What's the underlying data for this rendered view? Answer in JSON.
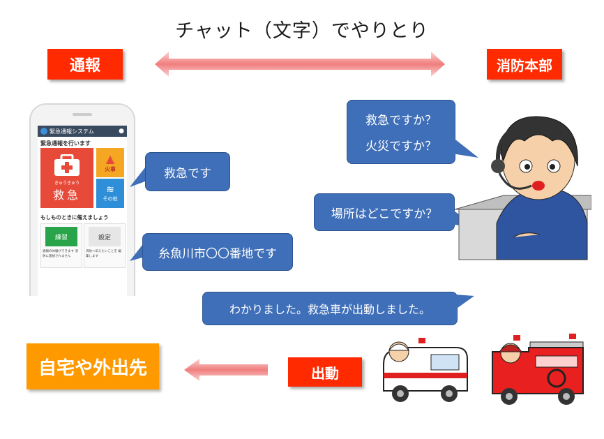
{
  "title": "チャット（文字）でやりとり",
  "labels": {
    "tsuho": "通報",
    "shobo_honbu": "消防本部",
    "shutsudo": "出動",
    "destination": "自宅や外出先"
  },
  "bubbles": {
    "caller_1": "救急です",
    "caller_2": "糸魚川市〇〇番地です",
    "dispatcher_1a": "救急ですか？",
    "dispatcher_1b": "火災ですか？",
    "dispatcher_2": "場所はどこですか？",
    "dispatcher_3": "わかりました。救急車が出動しました。"
  },
  "phone_app": {
    "app_name": "緊急通報システム",
    "prompt": "緊急通報を行います",
    "ambulance_label": "救急",
    "ambulance_ruby": "きゅうきゅう",
    "fire_label": "火事",
    "other_label": "その他",
    "prep_heading": "もしものときに備えましょう",
    "practice_label": "練習",
    "practice_desc": "通報の体験ができます 消防に連絡されません",
    "settings_label": "設定",
    "settings_desc": "消防へ伝えたいことを 編集します"
  },
  "colors": {
    "red_box": "#ff2a00",
    "orange_box": "#ff9900",
    "bubble": "#3f6fb8",
    "arrow": "#f07e7e"
  }
}
